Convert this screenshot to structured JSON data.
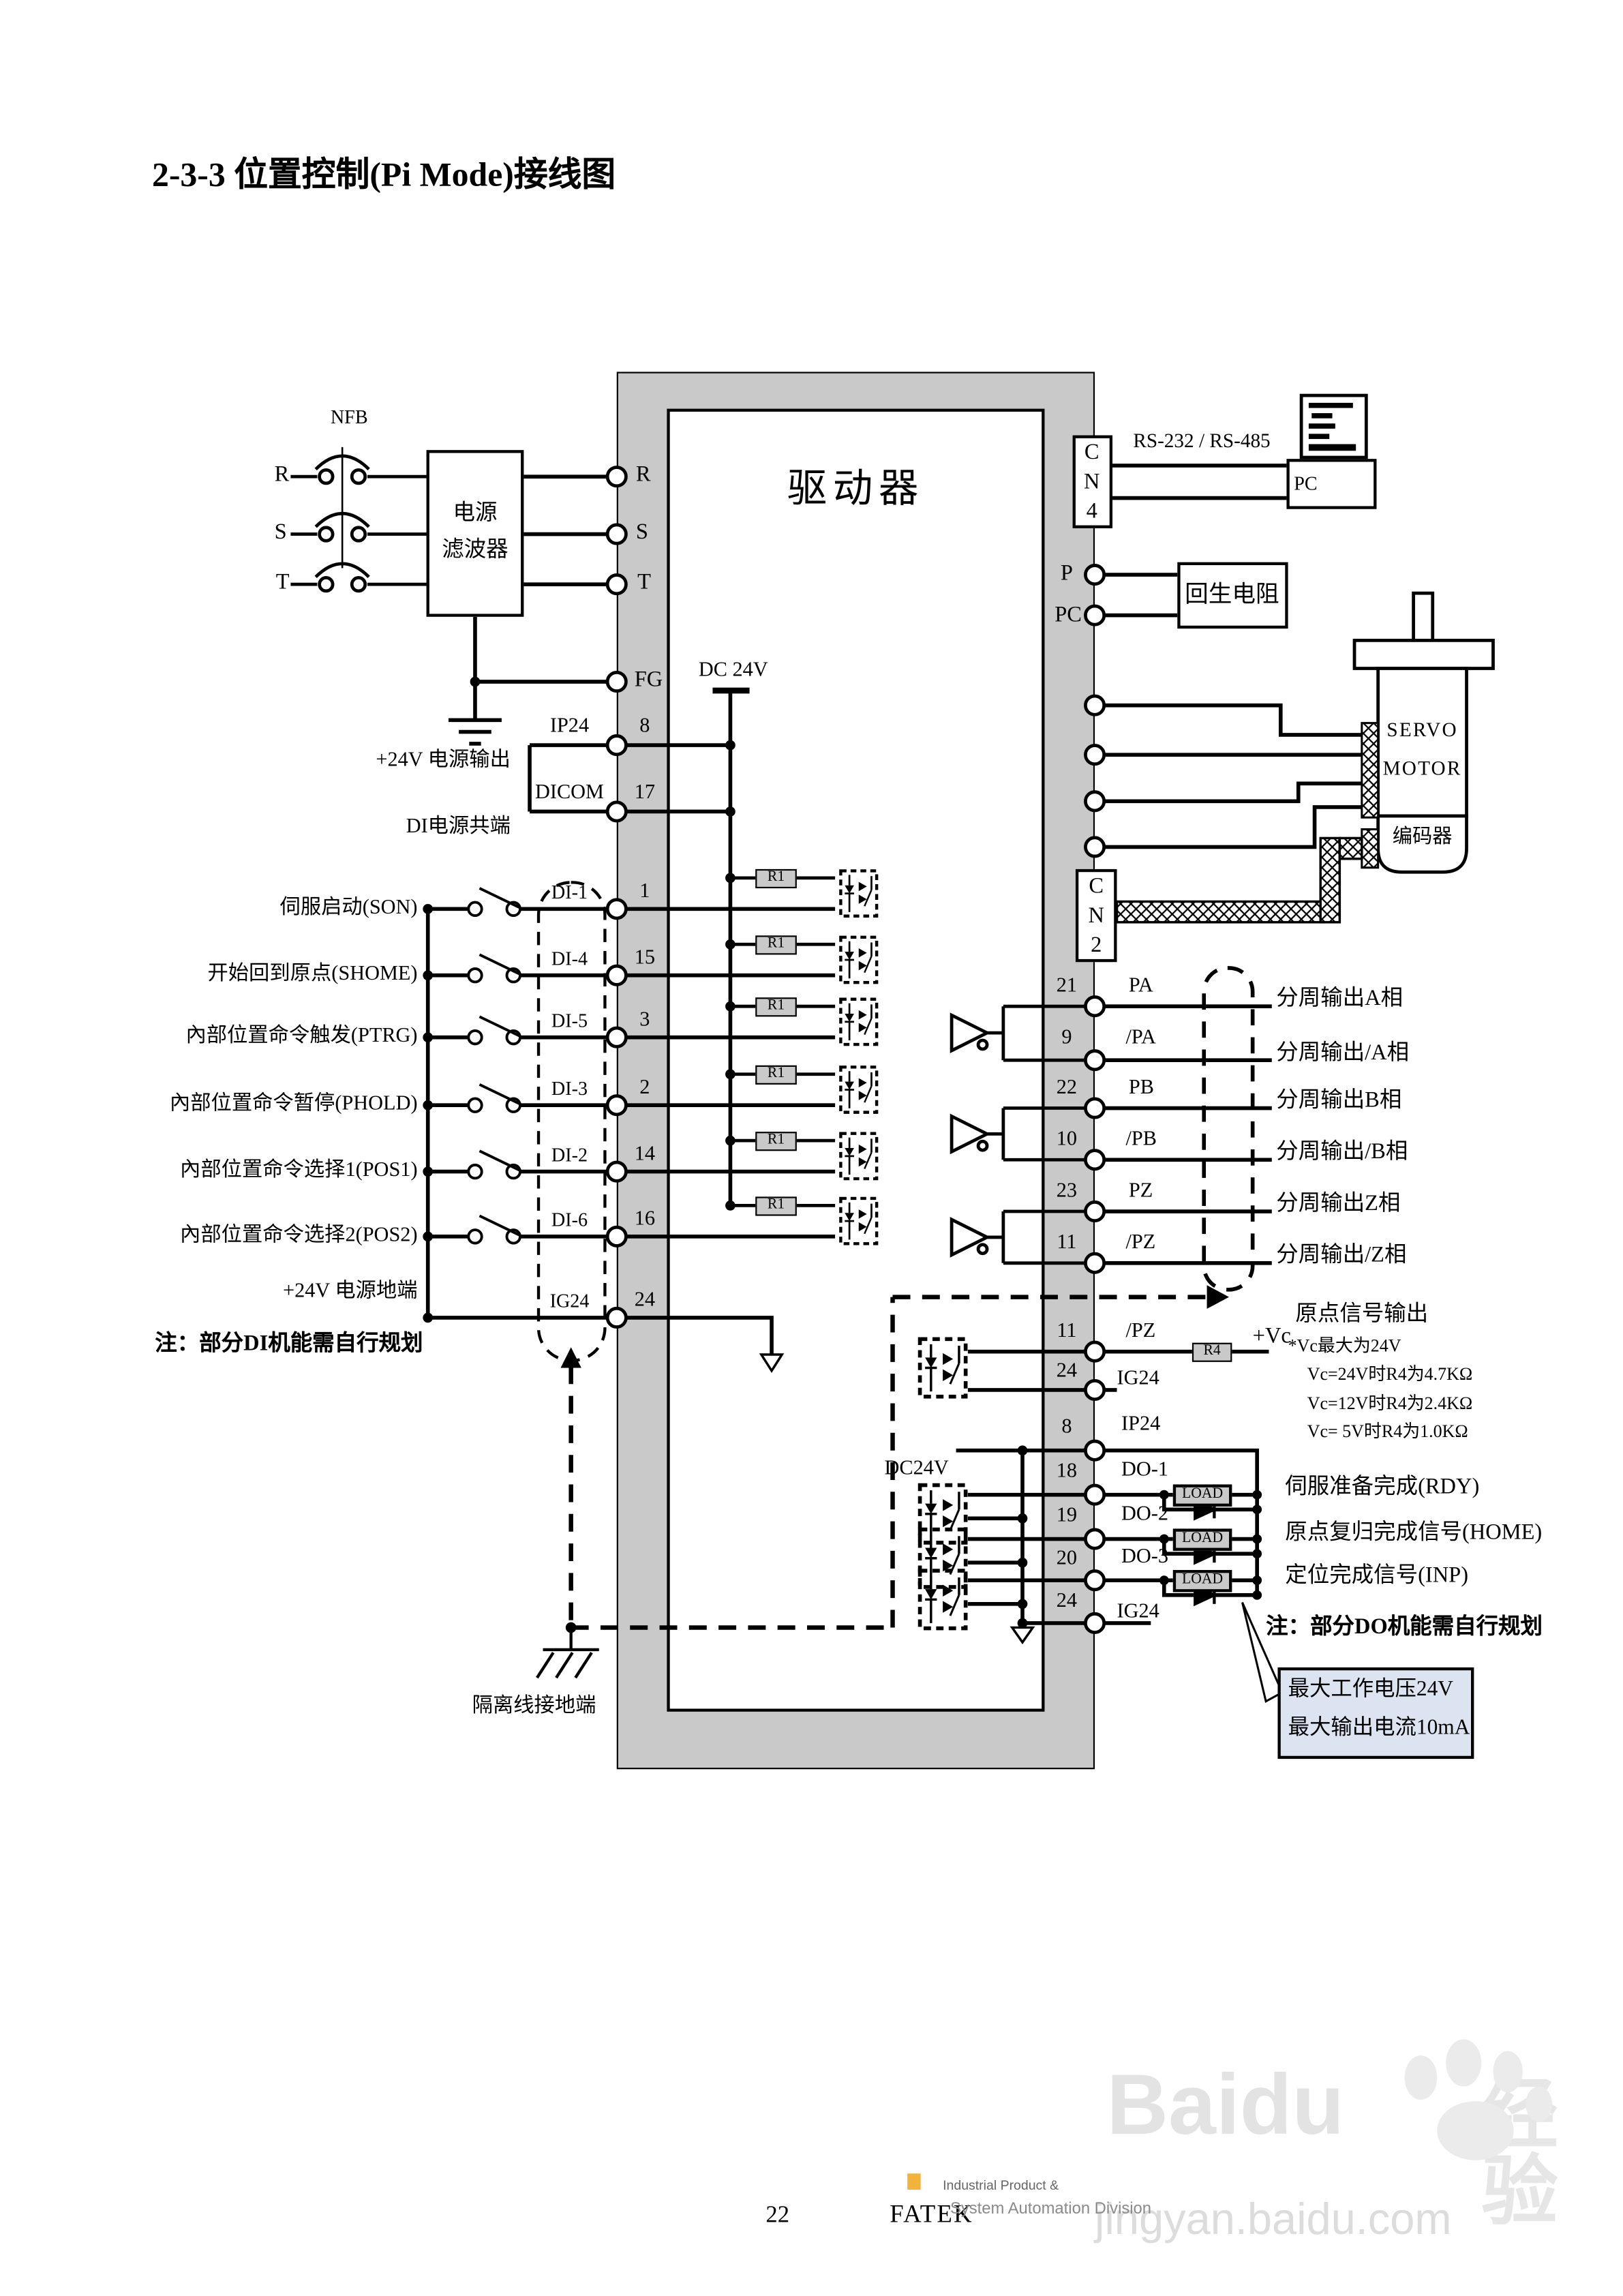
{
  "title": "2-3-3  位置控制(Pi Mode)接线图",
  "driver": {
    "name": "驱动器",
    "cn4": [
      "C",
      "N",
      "4"
    ],
    "cn2": [
      "C",
      "N",
      "2"
    ]
  },
  "power": {
    "nfb": "NFB",
    "phases": [
      "R",
      "S",
      "T"
    ],
    "filter_line1": "电源",
    "filter_line2": "滤波器",
    "inputs": [
      "R",
      "S",
      "T",
      "FG"
    ]
  },
  "comm": {
    "bus_label": "RS-232 / RS-485",
    "pc_label": "PC"
  },
  "regen": {
    "p": "P",
    "pc": "PC",
    "box": "回生电阻"
  },
  "motor": {
    "line1": "SERVO",
    "line2": "MOTOR",
    "encoder": "编码器"
  },
  "supply": {
    "dc24v_top": "DC 24V",
    "out24_label": "+24V 电源输出",
    "ip24": "IP24",
    "pin8": "8",
    "dicom_label": "DI电源共端",
    "dicom": "DICOM",
    "pin17": "17",
    "r1": "R1"
  },
  "di": {
    "rows": [
      {
        "label": "伺服启动(SON)",
        "di": "DI-1",
        "pin": "1"
      },
      {
        "label": "开始回到原点(SHOME)",
        "di": "DI-4",
        "pin": "15"
      },
      {
        "label": "內部位置命令触发(PTRG)",
        "di": "DI-5",
        "pin": "3"
      },
      {
        "label": "內部位置命令暂停(PHOLD)",
        "di": "DI-3",
        "pin": "2"
      },
      {
        "label": "內部位置命令选择1(POS1)",
        "di": "DI-2",
        "pin": "14"
      },
      {
        "label": "內部位置命令选择2(POS2)",
        "di": "DI-6",
        "pin": "16"
      }
    ],
    "ig24_label": "+24V 电源地端",
    "ig24": "IG24",
    "pin24": "24",
    "note": "注：部分DI机能需自行规划",
    "shield_label": "隔离线接地端"
  },
  "outputs": {
    "rows": [
      {
        "pin": "21",
        "name": "PA",
        "label": "分周输出A相"
      },
      {
        "pin": "9",
        "name": "/PA",
        "label": "分周输出/A相"
      },
      {
        "pin": "22",
        "name": "PB",
        "label": "分周输出B相"
      },
      {
        "pin": "10",
        "name": "/PB",
        "label": "分周输出/B相"
      },
      {
        "pin": "23",
        "name": "PZ",
        "label": "分周输出Z相"
      },
      {
        "pin": "11",
        "name": "/PZ",
        "label": "分周输出/Z相"
      }
    ]
  },
  "home": {
    "title": "原点信号输出",
    "pin11": "11",
    "pz": "/PZ",
    "r4": "R4",
    "vc": "+Vc",
    "notes": [
      "*Vc最大为24V",
      "Vc=24V时R4为4.7KΩ",
      "Vc=12V时R4为2.4KΩ",
      "Vc= 5V时R4为1.0KΩ"
    ],
    "pin24": "24",
    "ig24": "IG24"
  },
  "dout": {
    "dc24v": "DC24V",
    "pin8": "8",
    "ip24": "IP24",
    "load": "LOAD",
    "rows": [
      {
        "pin": "18",
        "name": "DO-1",
        "label": "伺服准备完成(RDY)"
      },
      {
        "pin": "19",
        "name": "DO-2",
        "label": "原点复归完成信号(HOME)"
      },
      {
        "pin": "20",
        "name": "DO-3",
        "label": "定位完成信号(INP)"
      }
    ],
    "pin24": "24",
    "ig24": "IG24",
    "note": "注：部分DO机能需自行规划",
    "callout_line1": "最大工作电压24V",
    "callout_line2": "最大输出电流10mA"
  },
  "footer": {
    "page_number": "22",
    "brand": "FATEK",
    "division_line1": "Industrial Product &",
    "division_line2": "System Automation Division"
  },
  "watermark": {
    "latin": "Baidu",
    "cn": "经验",
    "url": "jingyan.baidu.com"
  },
  "colors": {
    "driver_gray": "#c9c9c9",
    "callout_blue": "#dce4f1",
    "watermark_gray": "#e3e3e3"
  }
}
